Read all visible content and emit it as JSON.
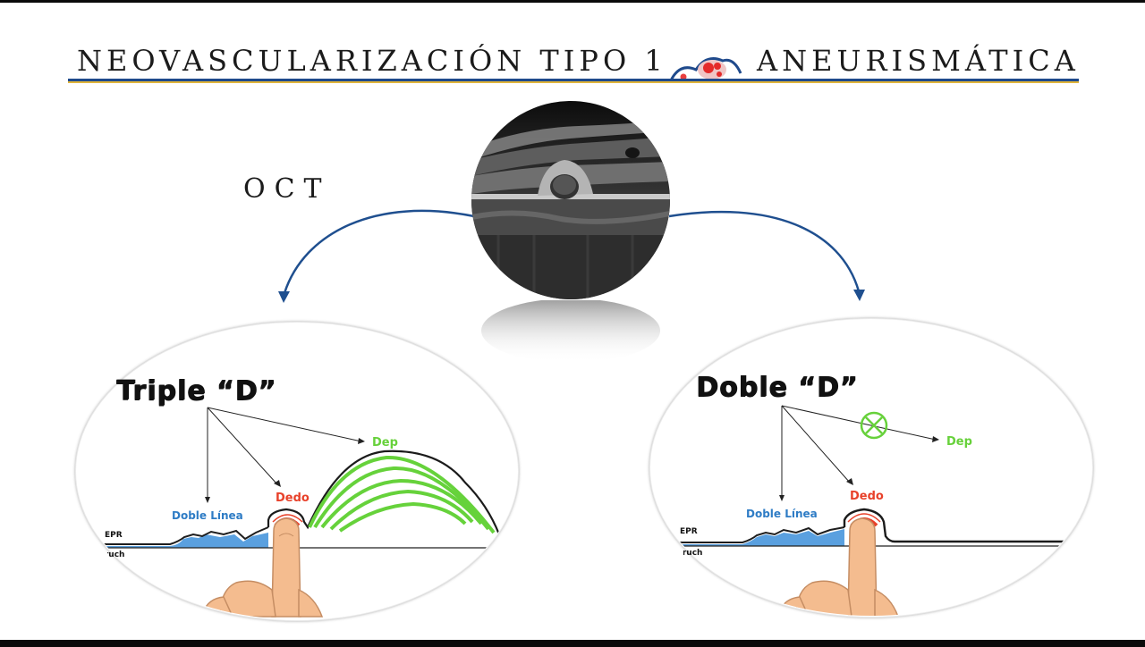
{
  "header": {
    "title_left": "NEOVASCULARIZACIÓN TIPO 1",
    "title_right": "ANEURISMÁTICA",
    "logo": "neovascular-lesion-icon"
  },
  "oct": {
    "label": "OCT",
    "image": "oct-retina-scan"
  },
  "left_panel": {
    "heading": "Triple “D”",
    "labels": {
      "dep": "Dep",
      "dedo": "Dedo",
      "doble_linea": "Doble Línea",
      "epr": "EPR",
      "bruch": "Bruch"
    }
  },
  "right_panel": {
    "heading": "Doble “D”",
    "labels": {
      "dep": "Dep",
      "dedo": "Dedo",
      "doble_linea": "Doble Línea",
      "epr": "EPR",
      "bruch": "Bruch"
    },
    "absent_marker": "x-circle-icon"
  },
  "colors": {
    "title_rule_blue": "#1f4a8c",
    "title_rule_gold": "#e0b53b",
    "arrow": "#1f4f8f",
    "dep_green": "#67d13b",
    "dedo_red": "#e8412a",
    "doble_linea_blue": "#2e7cc5"
  }
}
